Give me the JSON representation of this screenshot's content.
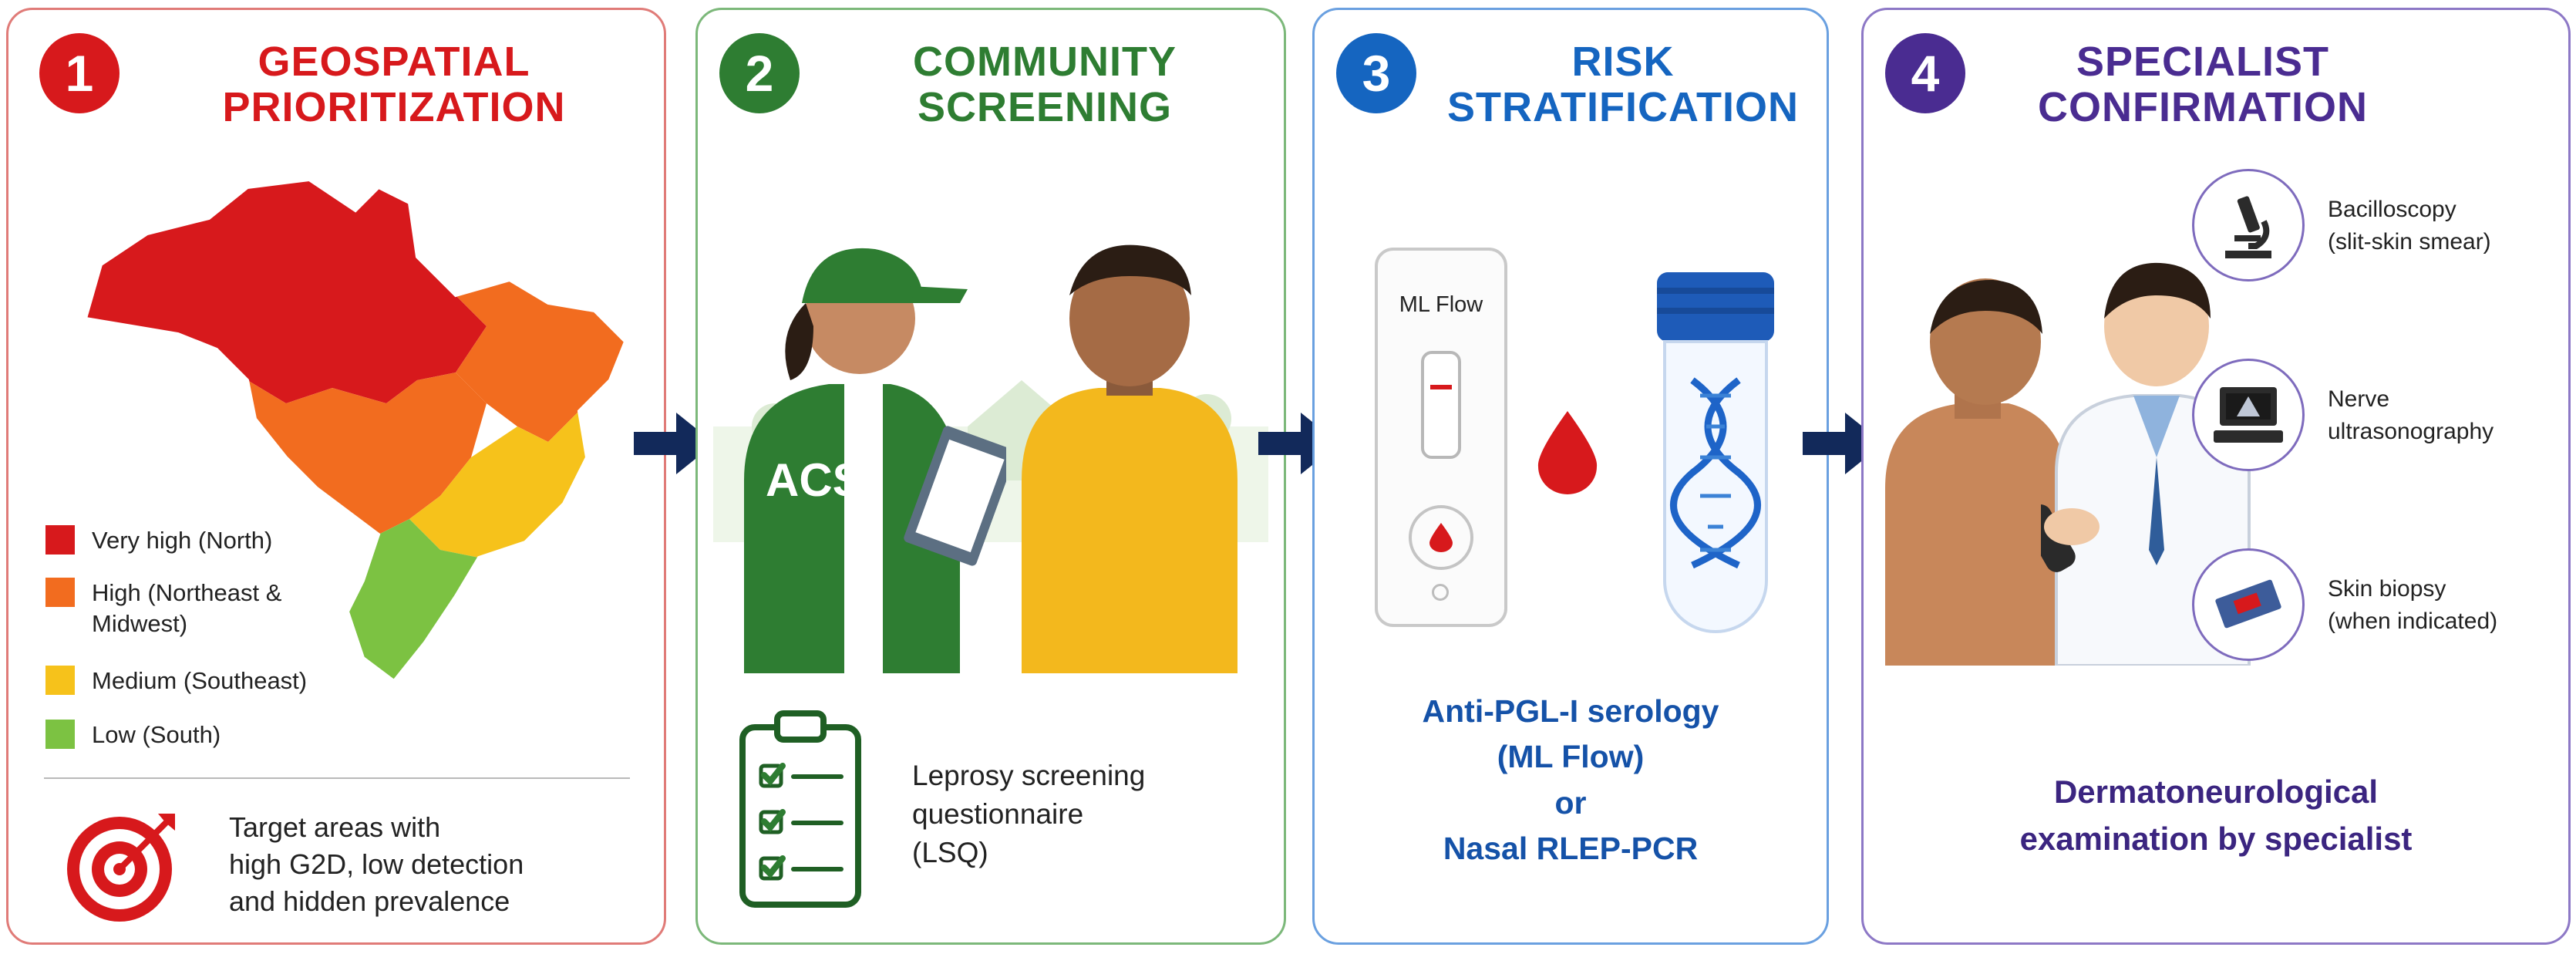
{
  "colors": {
    "red": "#d7191c",
    "green": "#2e7d32",
    "blue": "#1565c0",
    "purple": "#4a2c91",
    "navy": "#12295a"
  },
  "steps": [
    {
      "number": "1",
      "title_line1": "GEOSPATIAL",
      "title_line2": "PRIORITIZATION",
      "legend": [
        {
          "label": "Very high (North)",
          "color": "#d7191c"
        },
        {
          "label": "High (Northeast &",
          "label2": "Midwest)",
          "color": "#f26c1f"
        },
        {
          "label": "Medium (Southeast)",
          "color": "#f6c21b"
        },
        {
          "label": "Low (South)",
          "color": "#7cc242"
        }
      ],
      "target_text_lines": [
        "Target areas with",
        "high G2D, low detection",
        "and hidden prevalence"
      ],
      "icons": [
        "brazil-map-icon",
        "target-icon"
      ]
    },
    {
      "number": "2",
      "title_line1": "COMMUNITY",
      "title_line2": "SCREENING",
      "vest_label": "ACS",
      "questionnaire_lines": [
        "Leprosy screening",
        "questionnaire",
        "(LSQ)"
      ],
      "icons": [
        "health-agent-icon",
        "resident-icon",
        "checklist-icon"
      ]
    },
    {
      "number": "3",
      "title_line1": "RISK",
      "title_line2": "STRATIFICATION",
      "test_label": "ML Flow",
      "lines": [
        "Anti-PGL-I serology",
        "(ML Flow)",
        "or",
        "Nasal RLEP-PCR"
      ],
      "icons": [
        "rapid-test-icon",
        "blood-drop-icon",
        "dna-tube-icon"
      ]
    },
    {
      "number": "4",
      "title_line1": "SPECIALIST",
      "title_line2": "CONFIRMATION",
      "tests": [
        {
          "line1": "Bacilloscopy",
          "line2": "(slit-skin smear)",
          "icon": "microscope-icon"
        },
        {
          "line1": "Nerve",
          "line2": "ultrasonography",
          "icon": "ultrasound-icon"
        },
        {
          "line1": "Skin biopsy",
          "line2": "(when indicated)",
          "icon": "biopsy-slide-icon"
        }
      ],
      "exam_lines": [
        "Dermatoneurological",
        "examination by specialist"
      ],
      "icons": [
        "patient-icon",
        "doctor-icon"
      ]
    }
  ]
}
